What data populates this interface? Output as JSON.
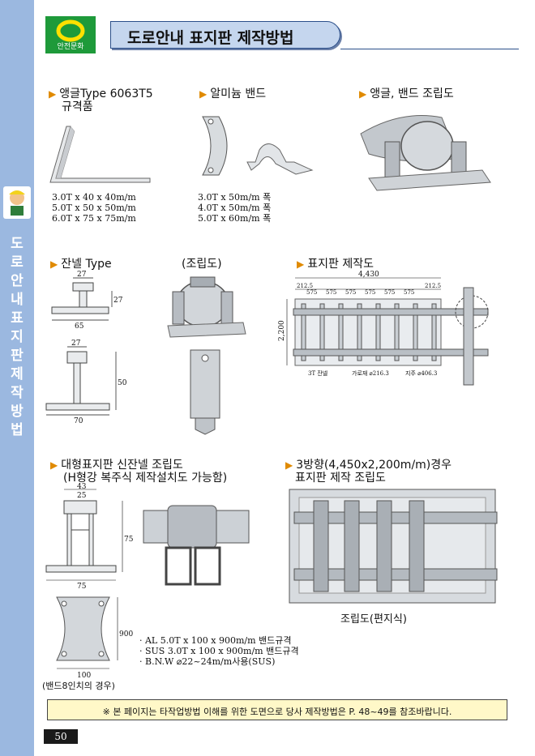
{
  "logo": {
    "text": "안전문화"
  },
  "header": {
    "title": "도로안내 표지판 제작방법"
  },
  "sidebar": {
    "text": "도로안내 표지판 제작방법"
  },
  "sections": {
    "angle": {
      "title": "앵글Type 6063T5",
      "subtitle": "규격품",
      "specs": [
        "3.0T x 40 x 40m/m",
        "5.0T x 50 x 50m/m",
        "6.0T x 75 x 75m/m"
      ]
    },
    "band": {
      "title": "알미늄 밴드",
      "specs": [
        "3.0T x 50m/m 폭",
        "4.0T x 50m/m 폭",
        "5.0T x 60m/m 폭"
      ]
    },
    "assembly1": {
      "title": "앵글, 밴드 조립도"
    },
    "channel": {
      "title": "잔넬 Type",
      "dims": {
        "a_top": "27",
        "a_side": "27",
        "a_bottom": "65",
        "b_top": "27",
        "b_side": "50",
        "b_bottom": "70"
      }
    },
    "assembly2": {
      "title": "(조립도)"
    },
    "sign": {
      "title": "표지판 제작도",
      "width": "4,430",
      "height": "2,200",
      "segments": [
        "212.5",
        "575",
        "575",
        "575",
        "575",
        "575",
        "575",
        "212.5"
      ],
      "labels": [
        "3T 잔넬",
        "가로재 ⌀216.3",
        "지주 ⌀406.3"
      ]
    },
    "large": {
      "title": "대형표지판 신잔넬 조립도",
      "subtitle": "(H형강 복주식 제작설치도 가능함)",
      "dims": {
        "top1": "43",
        "top2": "25",
        "side": "75",
        "bottom": "75",
        "band_w": "100",
        "band_h": "900"
      },
      "band_caption": "(밴드8인치의 경우)",
      "specs": [
        "· AL 5.0T x 100 x 900m/m 밴드규격",
        "· SUS 3.0T x 100 x 900m/m 밴드규격",
        "· B.N.W ⌀22~24m/m사용(SUS)"
      ]
    },
    "three": {
      "title": "3방향(4,450x2,200m/m)경우",
      "subtitle": "표지판 제작 조립도",
      "caption": "조립도(편지식)"
    }
  },
  "footer": {
    "note": "※ 본 페이지는 타작업방법 이해를 위한 도면으로 당사 제작방법은 P. 48~49를 참조바랍니다.",
    "page": "50"
  }
}
